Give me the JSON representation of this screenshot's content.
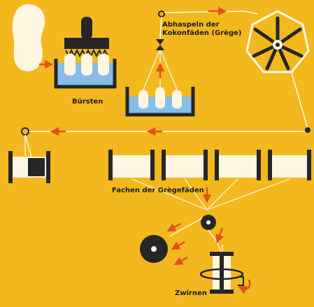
{
  "labels": {
    "reeling_line1": "Abhaspeln der",
    "reeling_line2": "Kokonfäden (Grège)",
    "brushing": "Bürsten",
    "doubling": "Fachen der Grègefäden",
    "twisting": "Zwirnen"
  },
  "colors": {
    "background": "#f2b81e",
    "thread": "#fdf6e0",
    "dark": "#262626",
    "water": "#86bde8",
    "arrow": "#e0521f"
  },
  "stages": [
    "cocoon",
    "brushing-bath",
    "reeling-bath",
    "reel",
    "bobbins",
    "doubling-bobbins",
    "twisting-spindle"
  ]
}
